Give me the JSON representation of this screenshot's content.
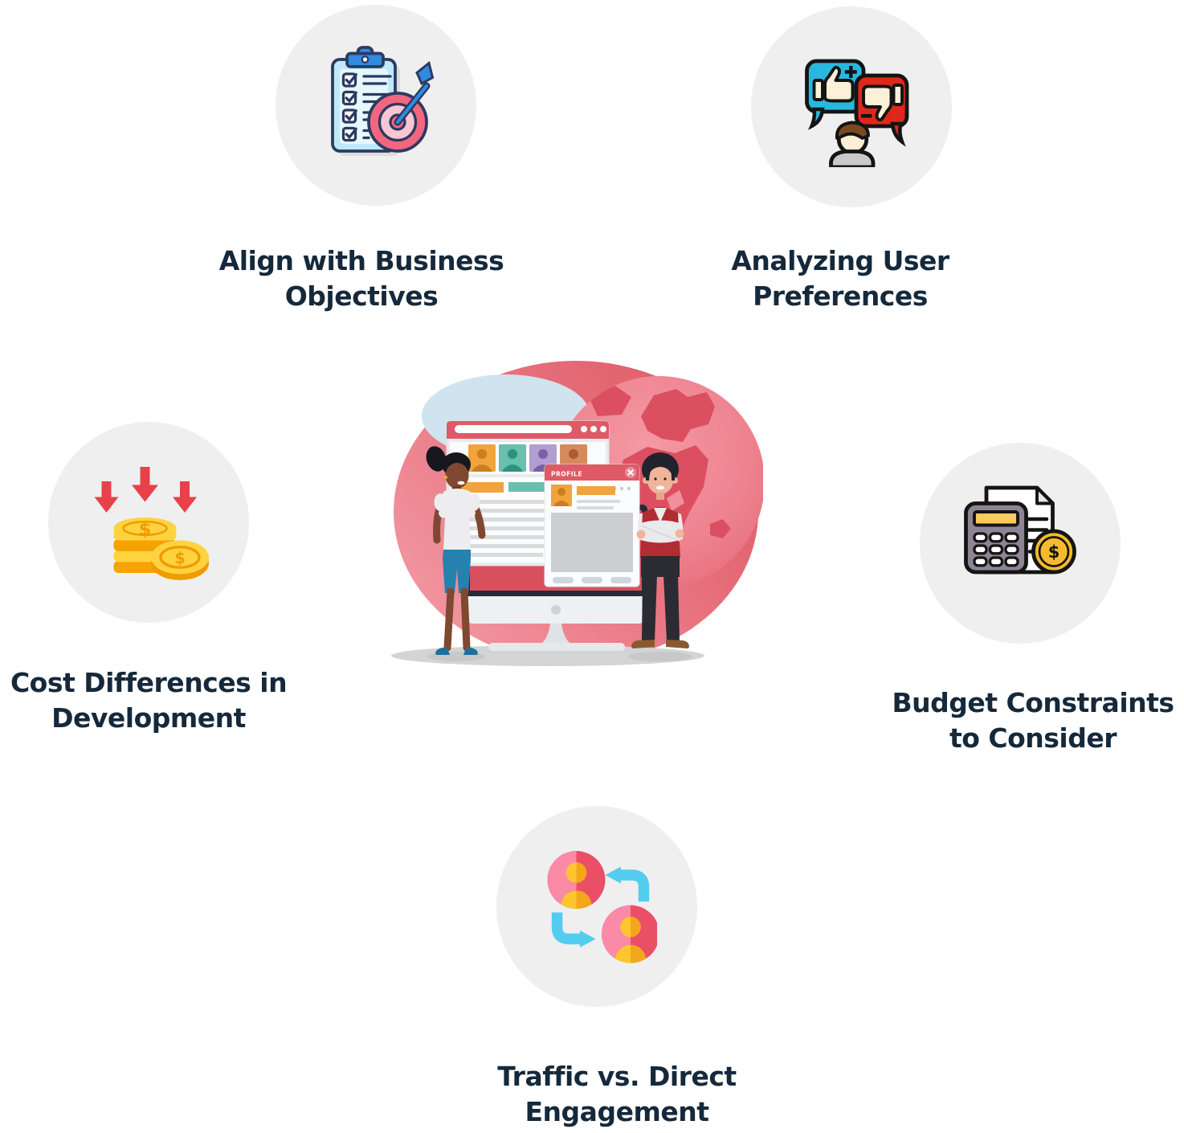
{
  "items": [
    {
      "id": "align-with-business-objectives",
      "icon": "clipboard-checklist-target",
      "label": [
        "Align with Business",
        "Objectives"
      ]
    },
    {
      "id": "analyzing-user-preferences",
      "icon": "user-feedback-thumbs",
      "label": [
        "Analyzing User",
        "Preferences"
      ]
    },
    {
      "id": "cost-differences-in-development",
      "icon": "coins-cost-decrease",
      "label": [
        "Cost Differences in",
        "Development"
      ]
    },
    {
      "id": "budget-constraints-to-consider",
      "icon": "calculator-document-coin",
      "label": [
        "Budget Constraints",
        "to Consider"
      ]
    },
    {
      "id": "traffic-vs-direct-engagement",
      "icon": "users-exchange-arrows",
      "label": [
        "Traffic vs. Direct",
        "Engagement"
      ]
    }
  ],
  "center_illustration": {
    "profile_window_title": "PROFILE"
  },
  "icon_glyphs": {
    "dollar": "$"
  },
  "colors": {
    "page_background": "#ffffff",
    "node_circle_background": "#efeff0",
    "label_text": "#15293b",
    "primary_red": "#dd5a66",
    "screen_red": "#d8505e",
    "globe_pink": "#ee8390",
    "globe_continent": "#dc4f61",
    "accent_blue": "#2f8be0",
    "accent_cyan": "#35c3e3",
    "accent_yellow": "#ffd23f",
    "accent_orange": "#f1a33c",
    "vest_red": "#b12c33"
  }
}
